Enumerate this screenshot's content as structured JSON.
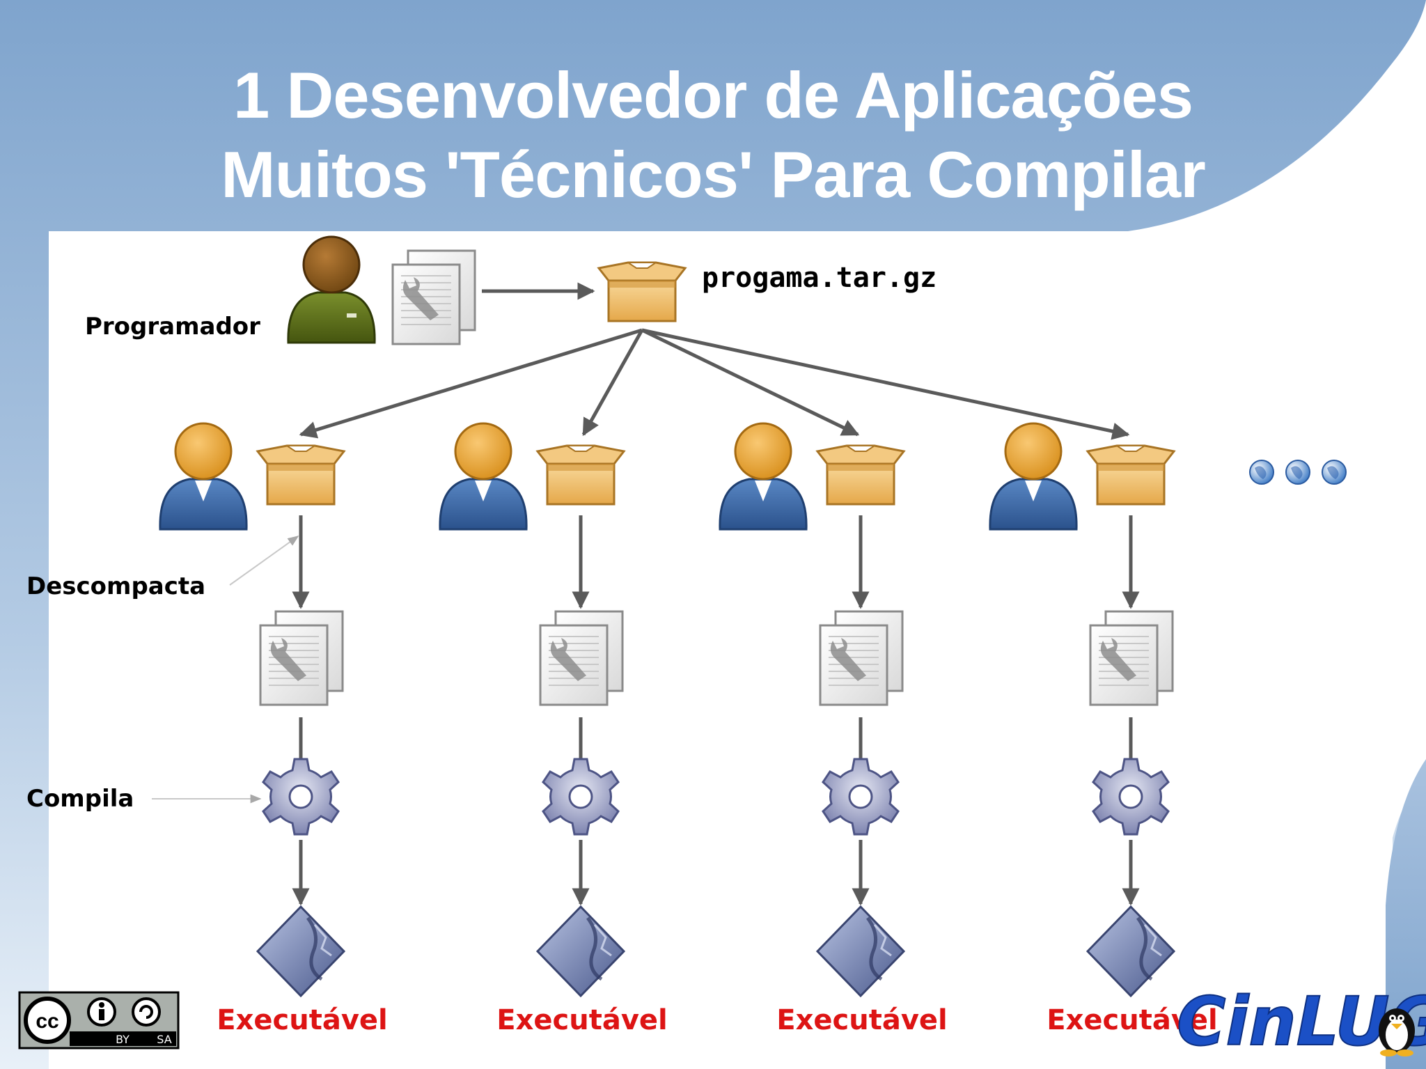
{
  "slide": {
    "title_line1": "1 Desenvolvedor de Aplicações",
    "title_line2": "Muitos 'Técnicos' Para Compilar"
  },
  "labels": {
    "programador": "Programador",
    "package_file": "progama.tar.gz",
    "descompacta": "Descompacta",
    "compila": "Compila"
  },
  "columns": [
    {
      "executable_label": "Executável"
    },
    {
      "executable_label": "Executável"
    },
    {
      "executable_label": "Executável"
    },
    {
      "executable_label": "Executável"
    }
  ],
  "license": {
    "cc": "cc",
    "by": "BY",
    "sa": "SA"
  },
  "logo": {
    "text": "CinLUG"
  },
  "colors": {
    "header_blue": "#7ea3cc",
    "arrow_gray": "#5a5a5a",
    "executable_red": "#dd1414",
    "box_orange": "#f0c77a",
    "user_blue": "#3d6aa6",
    "programmer_green": "#5b6e1d"
  },
  "icons": [
    "user-icon",
    "programmer-icon",
    "package-box-icon",
    "source-files-icon",
    "gear-icon",
    "executable-icon",
    "ellipsis-globes-icon"
  ]
}
